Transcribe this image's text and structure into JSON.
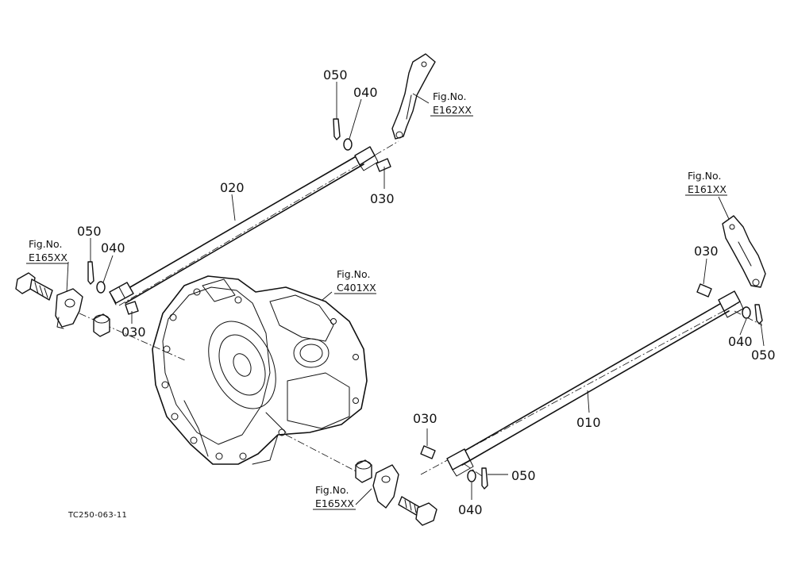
{
  "diagram": {
    "code": "TC250-063-11",
    "labels": {
      "p050_top": "050",
      "p040_top": "040",
      "p030_top": "030",
      "p020": "020",
      "p050_left": "050",
      "p040_left": "040",
      "p030_left": "030",
      "p030_right": "030",
      "p040_right": "040",
      "p050_right": "050",
      "p010": "010",
      "p030_bottom": "030",
      "p050_bottom": "050",
      "p040_bottom": "040"
    },
    "figrefs": {
      "e162_title": "Fig.No.",
      "e162_num": "E162XX",
      "e161_title": "Fig.No.",
      "e161_num": "E161XX",
      "e165a_title": "Fig.No.",
      "e165a_num": "E165XX",
      "c401_title": "Fig.No.",
      "c401_num": "C401XX",
      "e165b_title": "Fig.No.",
      "e165b_num": "E165XX"
    }
  }
}
